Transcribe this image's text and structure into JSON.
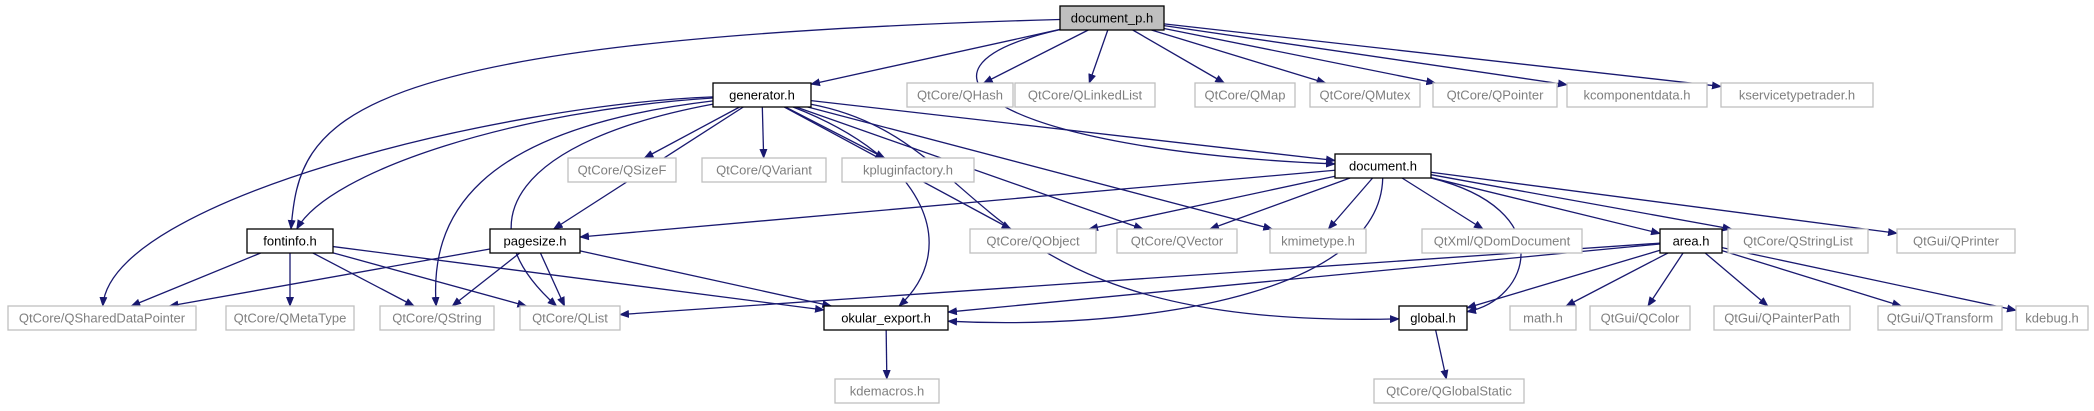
{
  "colors": {
    "edge": "#191970",
    "highlight_fill": "#bfbfbf",
    "project_border": "#000000",
    "external_border": "#bfbfbf",
    "project_text": "#000000",
    "external_text": "#7f7f7f"
  },
  "nodes": [
    {
      "id": "document_p",
      "label": "document_p.h",
      "kind": "highlight"
    },
    {
      "id": "generator",
      "label": "generator.h",
      "kind": "project"
    },
    {
      "id": "qhash",
      "label": "QtCore/QHash",
      "kind": "external"
    },
    {
      "id": "qlinkedlist",
      "label": "QtCore/QLinkedList",
      "kind": "external"
    },
    {
      "id": "qmap",
      "label": "QtCore/QMap",
      "kind": "external"
    },
    {
      "id": "qmutex",
      "label": "QtCore/QMutex",
      "kind": "external"
    },
    {
      "id": "qpointer",
      "label": "QtCore/QPointer",
      "kind": "external"
    },
    {
      "id": "kcomponentdata",
      "label": "kcomponentdata.h",
      "kind": "external"
    },
    {
      "id": "kservicetypetrader",
      "label": "kservicetypetrader.h",
      "kind": "external"
    },
    {
      "id": "qsizef",
      "label": "QtCore/QSizeF",
      "kind": "external"
    },
    {
      "id": "qvariant",
      "label": "QtCore/QVariant",
      "kind": "external"
    },
    {
      "id": "kpluginfactory",
      "label": "kpluginfactory.h",
      "kind": "external"
    },
    {
      "id": "document",
      "label": "document.h",
      "kind": "project"
    },
    {
      "id": "fontinfo",
      "label": "fontinfo.h",
      "kind": "project"
    },
    {
      "id": "pagesize",
      "label": "pagesize.h",
      "kind": "project"
    },
    {
      "id": "qobject",
      "label": "QtCore/QObject",
      "kind": "external"
    },
    {
      "id": "qvector",
      "label": "QtCore/QVector",
      "kind": "external"
    },
    {
      "id": "kmimetype",
      "label": "kmimetype.h",
      "kind": "external"
    },
    {
      "id": "qdomdocument",
      "label": "QtXml/QDomDocument",
      "kind": "external"
    },
    {
      "id": "area",
      "label": "area.h",
      "kind": "project"
    },
    {
      "id": "qstringlist",
      "label": "QtCore/QStringList",
      "kind": "external"
    },
    {
      "id": "qprinter",
      "label": "QtGui/QPrinter",
      "kind": "external"
    },
    {
      "id": "qshareddatapointer",
      "label": "QtCore/QSharedDataPointer",
      "kind": "external"
    },
    {
      "id": "qmetatype",
      "label": "QtCore/QMetaType",
      "kind": "external"
    },
    {
      "id": "qstring",
      "label": "QtCore/QString",
      "kind": "external"
    },
    {
      "id": "qlist",
      "label": "QtCore/QList",
      "kind": "external"
    },
    {
      "id": "okular_export",
      "label": "okular_export.h",
      "kind": "project"
    },
    {
      "id": "global",
      "label": "global.h",
      "kind": "project"
    },
    {
      "id": "math",
      "label": "math.h",
      "kind": "external"
    },
    {
      "id": "qcolor",
      "label": "QtGui/QColor",
      "kind": "external"
    },
    {
      "id": "qpainterpath",
      "label": "QtGui/QPainterPath",
      "kind": "external"
    },
    {
      "id": "qtransform",
      "label": "QtGui/QTransform",
      "kind": "external"
    },
    {
      "id": "kdebug",
      "label": "kdebug.h",
      "kind": "external"
    },
    {
      "id": "kdemacros",
      "label": "kdemacros.h",
      "kind": "external"
    },
    {
      "id": "qglobalstatic",
      "label": "QtCore/QGlobalStatic",
      "kind": "external"
    }
  ],
  "edges": [
    {
      "from": "document_p",
      "to": "generator"
    },
    {
      "from": "document_p",
      "to": "qhash"
    },
    {
      "from": "document_p",
      "to": "qlinkedlist"
    },
    {
      "from": "document_p",
      "to": "qmap"
    },
    {
      "from": "document_p",
      "to": "qmutex"
    },
    {
      "from": "document_p",
      "to": "qpointer"
    },
    {
      "from": "document_p",
      "to": "kcomponentdata"
    },
    {
      "from": "document_p",
      "to": "kservicetypetrader"
    },
    {
      "from": "document_p",
      "to": "fontinfo"
    },
    {
      "from": "document_p",
      "to": "document"
    },
    {
      "from": "generator",
      "to": "qsizef"
    },
    {
      "from": "generator",
      "to": "qvariant"
    },
    {
      "from": "generator",
      "to": "kpluginfactory"
    },
    {
      "from": "generator",
      "to": "document"
    },
    {
      "from": "generator",
      "to": "fontinfo"
    },
    {
      "from": "generator",
      "to": "pagesize"
    },
    {
      "from": "generator",
      "to": "qshareddatapointer"
    },
    {
      "from": "generator",
      "to": "qstring"
    },
    {
      "from": "generator",
      "to": "qlist"
    },
    {
      "from": "generator",
      "to": "okular_export"
    },
    {
      "from": "generator",
      "to": "qobject"
    },
    {
      "from": "generator",
      "to": "qvector"
    },
    {
      "from": "generator",
      "to": "kmimetype"
    },
    {
      "from": "generator",
      "to": "global"
    },
    {
      "from": "document",
      "to": "pagesize"
    },
    {
      "from": "document",
      "to": "qobject"
    },
    {
      "from": "document",
      "to": "qvector"
    },
    {
      "from": "document",
      "to": "kmimetype"
    },
    {
      "from": "document",
      "to": "qdomdocument"
    },
    {
      "from": "document",
      "to": "area"
    },
    {
      "from": "document",
      "to": "qstringlist"
    },
    {
      "from": "document",
      "to": "qprinter"
    },
    {
      "from": "document",
      "to": "okular_export"
    },
    {
      "from": "document",
      "to": "global"
    },
    {
      "from": "fontinfo",
      "to": "qshareddatapointer"
    },
    {
      "from": "fontinfo",
      "to": "qmetatype"
    },
    {
      "from": "fontinfo",
      "to": "qstring"
    },
    {
      "from": "fontinfo",
      "to": "qlist"
    },
    {
      "from": "fontinfo",
      "to": "okular_export"
    },
    {
      "from": "pagesize",
      "to": "qshareddatapointer"
    },
    {
      "from": "pagesize",
      "to": "qstring"
    },
    {
      "from": "pagesize",
      "to": "qlist"
    },
    {
      "from": "pagesize",
      "to": "okular_export"
    },
    {
      "from": "area",
      "to": "qlist"
    },
    {
      "from": "area",
      "to": "okular_export"
    },
    {
      "from": "area",
      "to": "global"
    },
    {
      "from": "area",
      "to": "math"
    },
    {
      "from": "area",
      "to": "qcolor"
    },
    {
      "from": "area",
      "to": "qpainterpath"
    },
    {
      "from": "area",
      "to": "qtransform"
    },
    {
      "from": "area",
      "to": "kdebug"
    },
    {
      "from": "okular_export",
      "to": "kdemacros"
    },
    {
      "from": "global",
      "to": "qglobalstatic"
    }
  ]
}
